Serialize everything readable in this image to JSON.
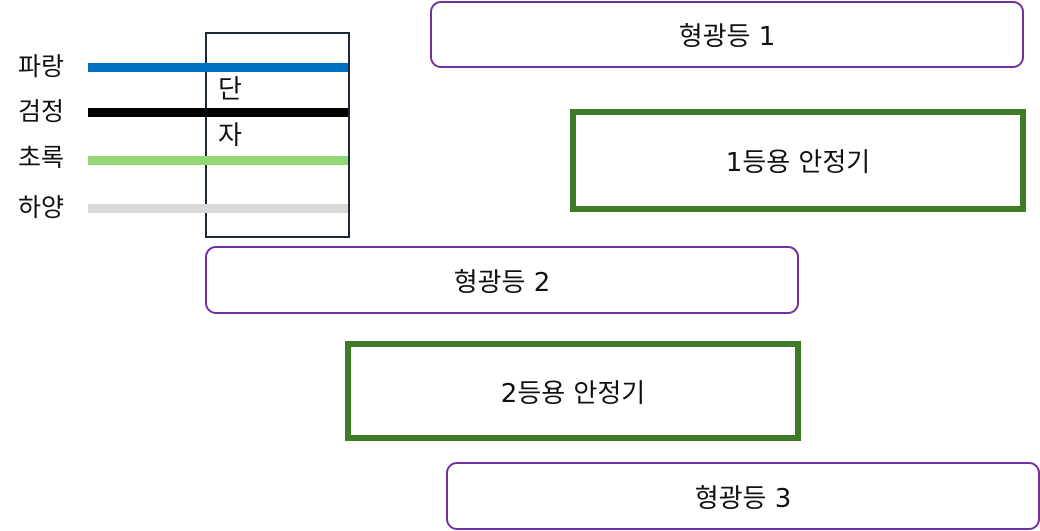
{
  "wires": [
    {
      "label": "파랑",
      "color": "#0070c0"
    },
    {
      "label": "검정",
      "color": "#000000"
    },
    {
      "label": "초록",
      "color": "#92d675"
    },
    {
      "label": "하양",
      "color": "#d9d9d9"
    }
  ],
  "terminal": {
    "label_line1": "단",
    "label_line2": "자"
  },
  "lamps": [
    "형광등 1",
    "형광등 2",
    "형광등 3"
  ],
  "ballasts": [
    "1등용 안정기",
    "2등용 안정기"
  ],
  "colors": {
    "lamp_border": "#7030a0",
    "ballast_border": "#3f7a26"
  }
}
